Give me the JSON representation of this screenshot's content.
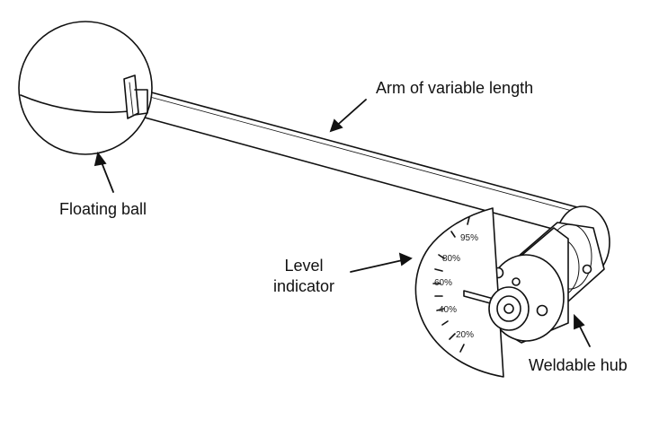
{
  "labels": {
    "arm": "Arm of variable length",
    "ball": "Floating ball",
    "level_line1": "Level",
    "level_line2": "indicator",
    "hub": "Weldable hub"
  },
  "scale": {
    "ticks": [
      "95%",
      "80%",
      "60%",
      "40%",
      "20%"
    ]
  },
  "colors": {
    "line": "#111111",
    "fill": "#ffffff"
  }
}
